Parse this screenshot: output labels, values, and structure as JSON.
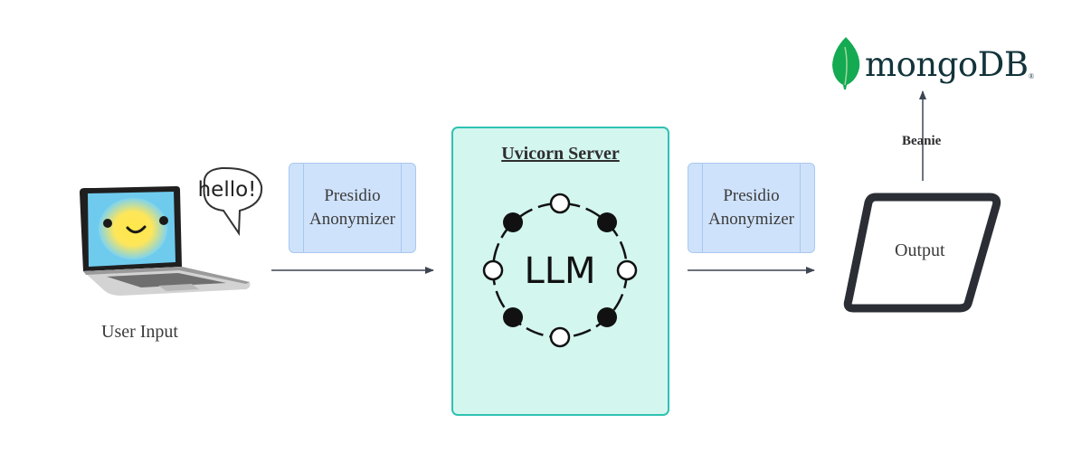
{
  "nodes": {
    "user_input": {
      "caption": "User Input",
      "speech": "hello!"
    },
    "anonymizer_1": {
      "label": "Presidio\nAnonymizer"
    },
    "server": {
      "title": "Uvicorn Server",
      "core_label": "LLM"
    },
    "anonymizer_2": {
      "label": "Presidio\nAnonymizer"
    },
    "output": {
      "label": "Output"
    },
    "database": {
      "logo_text": "mongoDB",
      "registered_mark": "®"
    }
  },
  "edges": [
    {
      "from": "user_input",
      "to": "server"
    },
    {
      "from": "server",
      "to": "output"
    },
    {
      "from": "output",
      "to": "database",
      "label": "Beanie"
    }
  ],
  "colors": {
    "anonymizer_fill": "#cfe2fb",
    "anonymizer_border": "#a9c8ee",
    "server_fill": "#d3f6ef",
    "server_border": "#2fc2b2",
    "arrow": "#3d4552",
    "mongo_green": "#13aa52",
    "mongo_text": "#13343b"
  },
  "icons": [
    "laptop-icon",
    "speech-bubble-icon",
    "smiley-face-icon",
    "llm-network-icon",
    "parallelogram-output-icon",
    "mongodb-leaf-icon"
  ]
}
